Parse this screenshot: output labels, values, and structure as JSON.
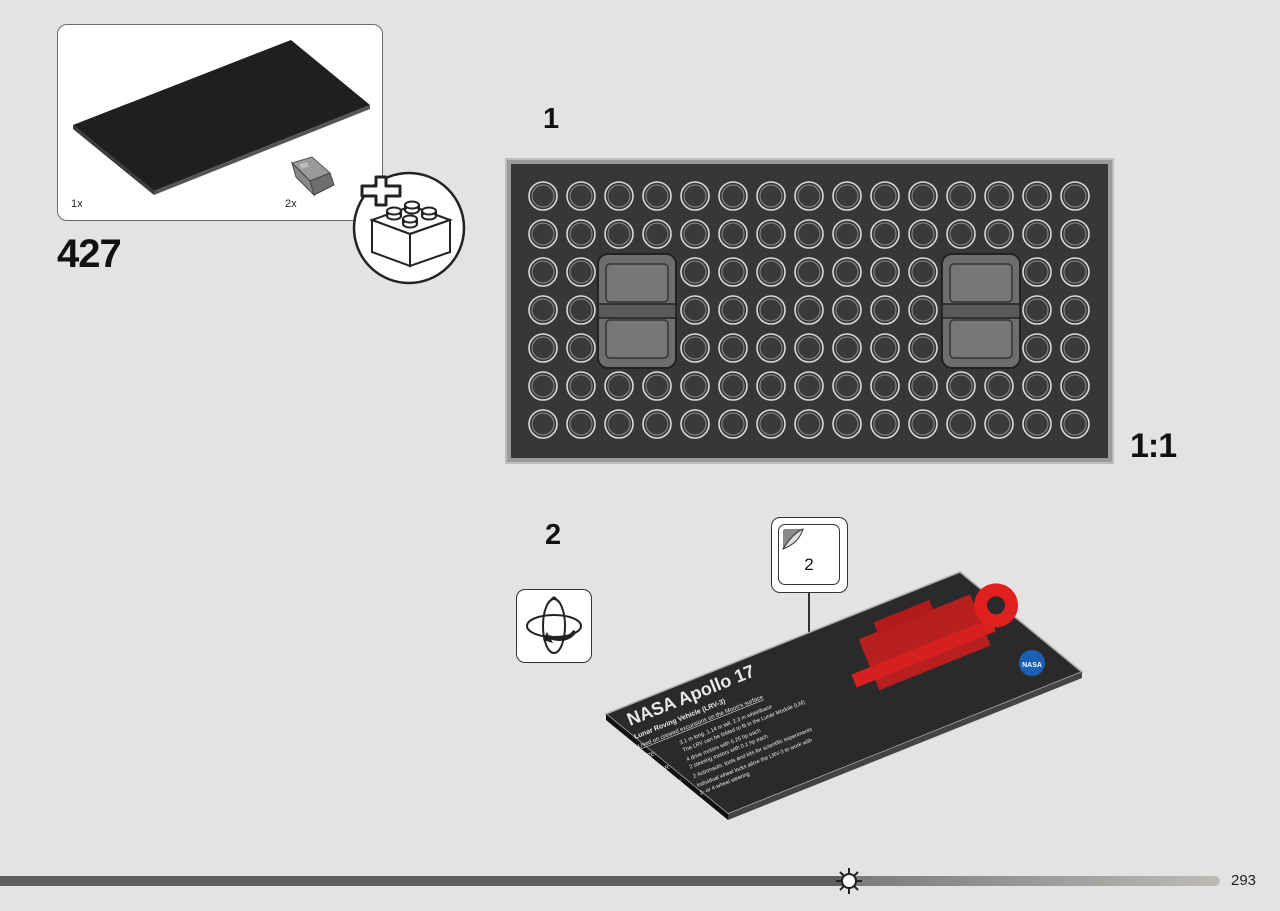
{
  "parts_box": {
    "items": [
      {
        "name": "black-plate-16x32",
        "qty": "1x"
      },
      {
        "name": "grey-tile-hinge",
        "qty": "2x"
      }
    ]
  },
  "page_step": "427",
  "steps": [
    {
      "number": "1",
      "scale": "1:1"
    },
    {
      "number": "2",
      "sticker_number": "2"
    }
  ],
  "plaque_text": {
    "title": "NASA Apollo 17",
    "subtitle": "Lunar Roving Vehicle (LRV-3)",
    "intro": "Used on crewed excursions on the Moon's surface",
    "specs": [
      {
        "label": "SIZE:",
        "text": "3.1 m long, 1.14 m tall, 2.3 m wheelbase"
      },
      {
        "label": "",
        "text": "The LRV can be folded to fit in the Lunar Module (LM)"
      },
      {
        "label": "POWER:",
        "text": "4 drive motors with 0.25 hp each"
      },
      {
        "label": "",
        "text": "2 steering motors with 0.1 hp each"
      },
      {
        "label": "CAPACITY:",
        "text": "2 Astronauts, tools and kits for scientific experiments"
      },
      {
        "label": "STEERING:",
        "text": "Individual wheel locks allow the LRV-3 to work with"
      },
      {
        "label": "",
        "text": "2- or 4-wheel steering"
      }
    ],
    "badge": "NASA"
  },
  "footer": {
    "page_number": "293"
  },
  "colors": {
    "background": "#e3e3e3",
    "plate": "#3a3a3a",
    "stud_outline": "#d9d9d9",
    "plaque_red": "#d61f1f",
    "footer_bar": "#5f5f5f"
  }
}
